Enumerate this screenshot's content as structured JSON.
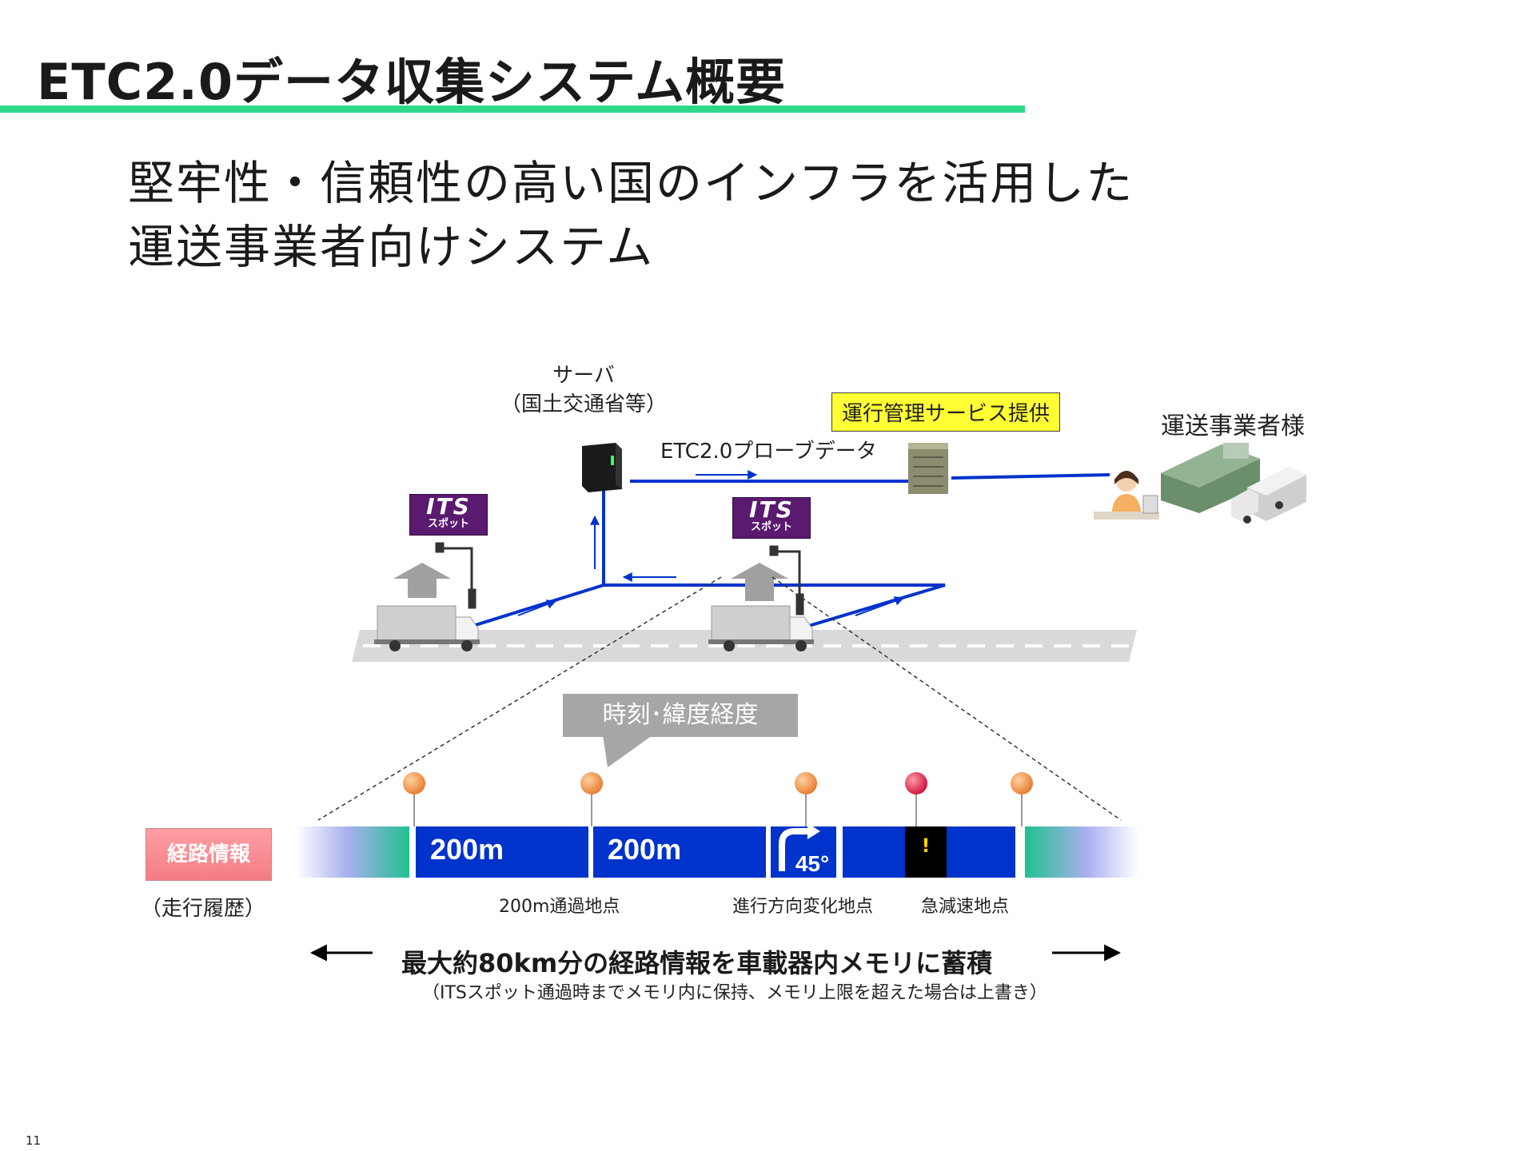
{
  "title": "ETC2.0データ収集システム概要",
  "subtitle": {
    "line1": "堅牢性・信頼性の高い国のインフラを活用した",
    "line2": "運送事業者向けシステム"
  },
  "diagram": {
    "server_label_1": "サーバ",
    "server_label_2": "（国土交通省等）",
    "service_label": "運行管理サービス提供",
    "carrier_label": "運送事業者様",
    "probe_label": "ETC2.0プローブデータ",
    "its_spot": {
      "big": "ITS",
      "small": "スポット"
    },
    "callout": "時刻･緯度経度",
    "route_info": "経路情報",
    "route_info_sub": "（走行履歴）",
    "segment_1": "200m",
    "segment_2": "200m",
    "turn_angle": "45°",
    "warning_symbol": "!",
    "point_labels": [
      "200m通過地点",
      "進行方向変化地点",
      "急減速地点"
    ],
    "memory_title": "最大約80km分の経路情報を車載器内メモリに蓄積",
    "memory_note": "（ITSスポット通過時までメモリ内に保持、メモリ上限を超えた場合は上書き）",
    "colors": {
      "accent_rule": "#2fd98a",
      "route_blue": "#0033cc",
      "its_purple": "#5a1a6f",
      "service_yellow": "#ffff33",
      "route_info_pink": "#f47c85"
    }
  },
  "page_number": "11"
}
